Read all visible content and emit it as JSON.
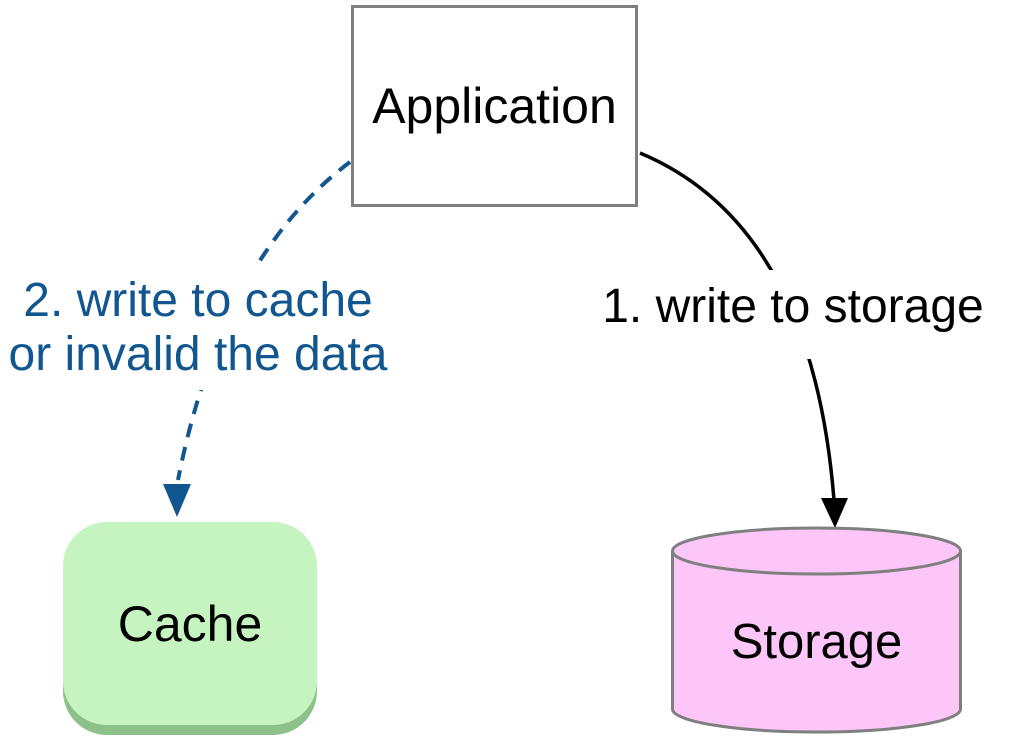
{
  "nodes": {
    "application": {
      "label": "Application"
    },
    "cache": {
      "label": "Cache"
    },
    "storage": {
      "label": "Storage"
    }
  },
  "edges": {
    "write_storage": {
      "label": "1. write to storage",
      "from": "application",
      "to": "storage",
      "style": "solid",
      "color": "#000000"
    },
    "write_cache": {
      "label_line1": "2. write to cache",
      "label_line2": "or invalid the data",
      "from": "application",
      "to": "cache",
      "style": "dashed",
      "color": "#11568e"
    }
  },
  "colors": {
    "background": "#ffffff",
    "edge_blue": "#11568e",
    "edge_black": "#000000",
    "text_black": "#000000",
    "node_border": "#7f7f7f",
    "cache_fill": "#c6f4c0",
    "cache_shadow": "#8ec189",
    "storage_fill": "#fcc7f8"
  }
}
